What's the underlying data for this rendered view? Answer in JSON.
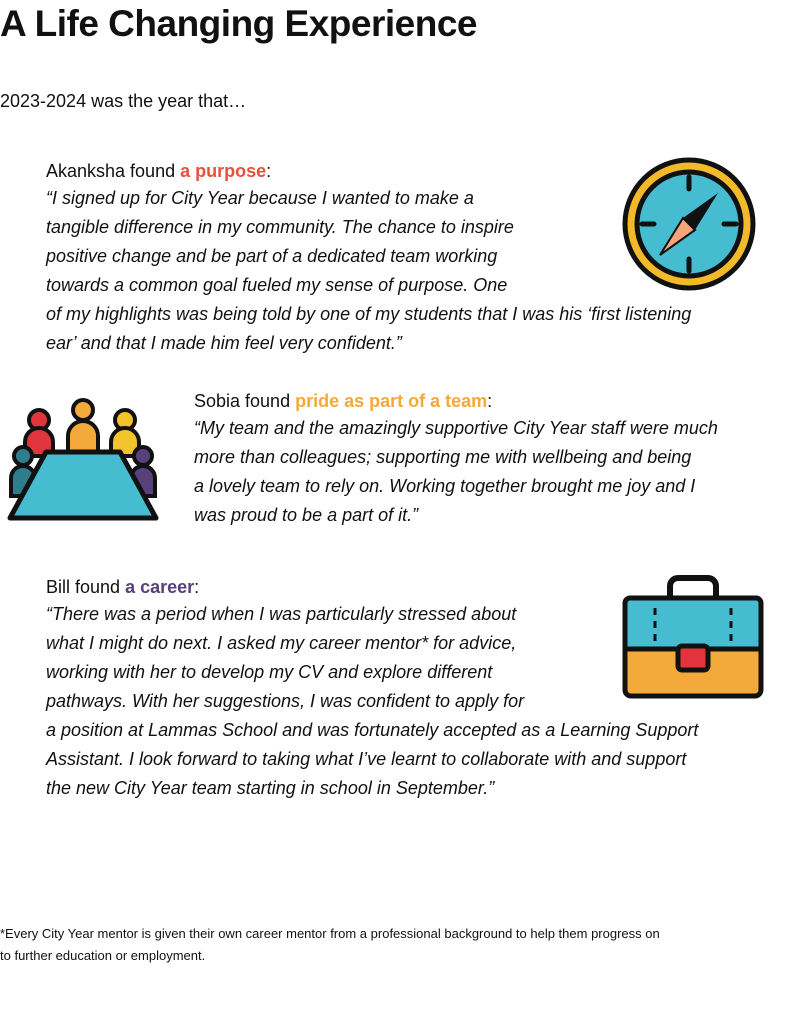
{
  "title": "A Life Changing Experience",
  "intro": "2023-2024 was the year that…",
  "colors": {
    "purpose": "#e8503c",
    "team": "#f4a93b",
    "career": "#58407a",
    "teal": "#45bccf",
    "gold": "#f2b92b",
    "red": "#e1353e",
    "dark": "#111111"
  },
  "stories": {
    "akanksha": {
      "name_prefix": "Akanksha found ",
      "highlight": "a purpose",
      "suffix": ":",
      "icon": "compass-icon",
      "quote_lines": [
        "“I signed up for City Year because I wanted to make a",
        "tangible difference in my community. The chance to inspire",
        "positive change and be part of a dedicated team working",
        "towards a common goal fueled my sense of purpose.  One",
        "of my highlights was being told by one of my students that I was his ‘first listening",
        "ear’ and that I made him feel very confident.”"
      ]
    },
    "sobia": {
      "name_prefix": "Sobia found ",
      "highlight": "pride as part of a team",
      "suffix": ":",
      "icon": "team-meeting-icon",
      "quote_lines": [
        "“My team and the amazingly supportive City Year staff were much",
        "more than colleagues; supporting me with wellbeing and being",
        "a lovely team to rely on. Working together brought me joy and I",
        "was proud to be a part of it.”"
      ]
    },
    "bill": {
      "name_prefix": "Bill found ",
      "highlight": "a career",
      "suffix": ":",
      "icon": "briefcase-icon",
      "quote_lines": [
        "“There was a period when I was particularly stressed about",
        "what I might do next. I asked my career mentor* for advice,",
        "working with her to develop my CV and explore different",
        "pathways. With her suggestions, I was confident to apply for",
        "a position at Lammas School and was fortunately accepted as a Learning Support",
        "Assistant. I look forward to taking what I’ve learnt to collaborate with and support",
        "the new City Year team starting in school in September.”"
      ]
    }
  },
  "footnote_lines": [
    "*Every City Year mentor is given their own career mentor from a professional background to help them progress on",
    "to further education or employment."
  ]
}
